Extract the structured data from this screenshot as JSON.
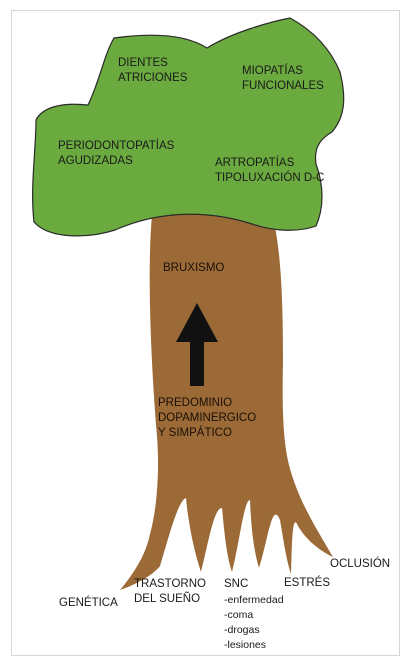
{
  "colors": {
    "canopy": "#6aaa3e",
    "canopy_outline": "#2a2a2a",
    "trunk": "#9b6a37",
    "arrow": "#111111",
    "frame": "#d6d6d6"
  },
  "canopy": {
    "dientes": [
      "DIENTES",
      "ATRICIONES"
    ],
    "miopatias": [
      "MIOPATÍAS",
      "FUNCIONALES"
    ],
    "periodonto": [
      "PERIODONTOPATÍAS",
      "AGUDIZADAS"
    ],
    "artropatias": [
      "ARTROPATÍAS",
      "TIPOLUXACIÓN D-C"
    ]
  },
  "trunk": {
    "title": "BRUXISMO",
    "arrow_icon": "up-arrow",
    "base": [
      "PREDOMINIO",
      "DOPAMINERGICO",
      "Y SIMPÁTICO"
    ]
  },
  "roots": {
    "genetica": "GENÉTICA",
    "trastorno": [
      "TRASTORNO",
      "DEL SUEÑO"
    ],
    "snc": {
      "title": "SNC",
      "items": [
        "-enfermedad",
        "-coma",
        "-drogas",
        "-lesiones"
      ]
    },
    "estres": "ESTRÉS",
    "oclusion": "OCLUSIÓN"
  }
}
